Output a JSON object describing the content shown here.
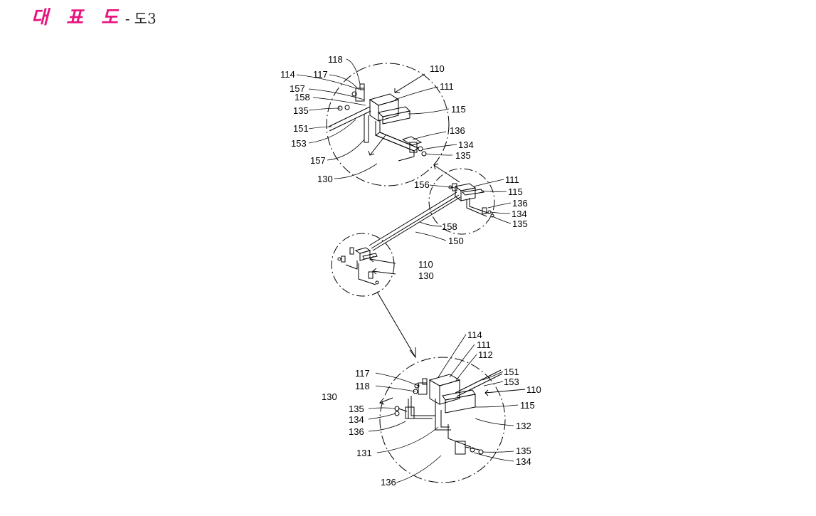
{
  "header": {
    "title": "대 표 도",
    "separator": "-",
    "figure": "도3"
  },
  "top_detail": {
    "labels": [
      "118",
      "110",
      "114",
      "117",
      "111",
      "157",
      "158",
      "135",
      "115",
      "151",
      "136",
      "153",
      "134",
      "135",
      "157",
      "130"
    ]
  },
  "right_detail": {
    "labels": [
      "111",
      "156",
      "115",
      "136",
      "134",
      "135"
    ]
  },
  "rod": {
    "labels": [
      "158",
      "150"
    ]
  },
  "left_detail": {
    "labels": [
      "110",
      "130"
    ]
  },
  "bottom_detail": {
    "labels": [
      "114",
      "111",
      "112",
      "117",
      "151",
      "118",
      "153",
      "110",
      "130",
      "115",
      "135",
      "134",
      "132",
      "136",
      "131",
      "135",
      "134",
      "136"
    ]
  }
}
